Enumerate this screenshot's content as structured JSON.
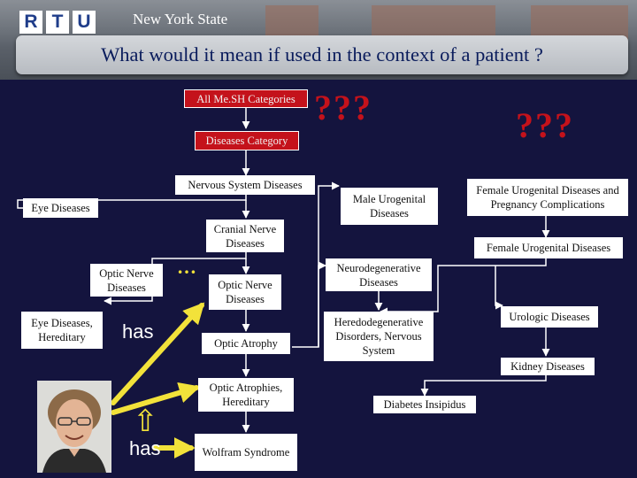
{
  "header": {
    "logo_letters": [
      "R",
      "T",
      "U"
    ],
    "subtitle": "New York State",
    "title": "What would it mean if used in the context of a patient ?"
  },
  "question_marks": {
    "left": "???",
    "right": "???"
  },
  "nodes": {
    "all_mesh": "All Me.SH Categories",
    "diseases_category": "Diseases Category",
    "nervous_system": "Nervous System Diseases",
    "eye_diseases": "Eye Diseases",
    "cranial_nerve": "Cranial Nerve Diseases",
    "optic_nerve_left": "Optic Nerve Diseases",
    "optic_nerve_center": "Optic Nerve Diseases",
    "eye_hereditary": "Eye Diseases, Hereditary",
    "optic_atrophy": "Optic Atrophy",
    "optic_atrophies_hereditary": "Optic Atrophies, Hereditary",
    "wolfram": "Wolfram Syndrome",
    "male_urogenital": "Male Urogenital Diseases",
    "female_urogenital_pregnancy": "Female Urogenital Diseases and Pregnancy Complications",
    "female_urogenital": "Female Urogenital Diseases",
    "neurodegenerative": "Neurodegenerative Diseases",
    "heredodegenerative": "Heredodegenerative Disorders, Nervous System",
    "urologic": "Urologic Diseases",
    "kidney": "Kidney Diseases",
    "diabetes_insipidus": "Diabetes Insipidus"
  },
  "labels": {
    "has_middle": "has",
    "has_bottom": "has",
    "ellipsis": "…"
  },
  "colors": {
    "background": "#14143e",
    "red_box": "#c4121b",
    "yellow_arrow": "#f2e23a",
    "title_text": "#0a1c5c"
  }
}
